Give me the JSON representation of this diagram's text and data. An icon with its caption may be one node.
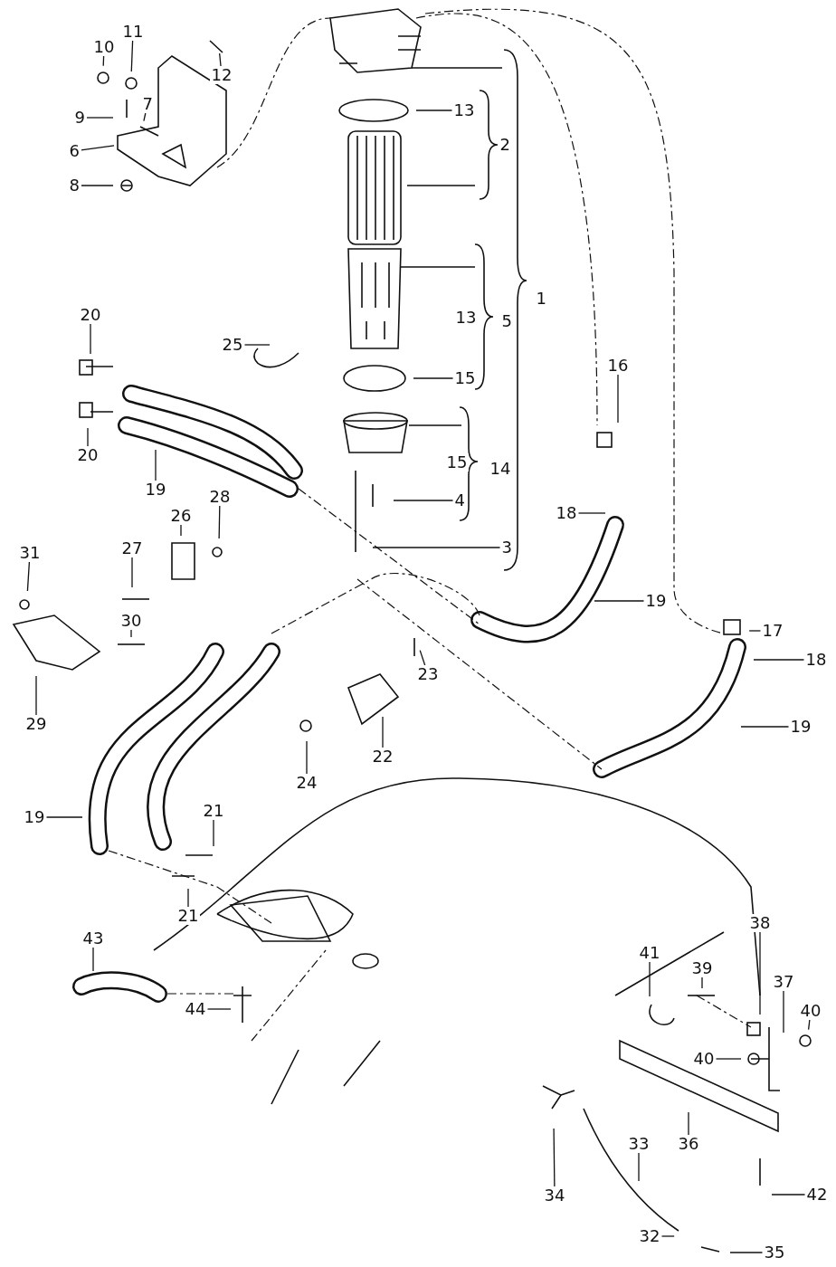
{
  "diagram": {
    "nodes": [
      {
        "text": [
          "11"
        ]
      },
      {
        "text": [
          "10"
        ]
      },
      {
        "text": [
          "12"
        ]
      },
      {
        "text": [
          "13"
        ]
      },
      {
        "text": [
          "7"
        ]
      },
      {
        "text": [
          "9"
        ]
      },
      {
        "text": [
          "6"
        ]
      },
      {
        "text": [
          "8"
        ]
      },
      {
        "text": [
          "20"
        ]
      },
      {
        "text": [
          "25"
        ]
      },
      {
        "text": [
          "16"
        ]
      },
      {
        "text": [
          "15"
        ]
      },
      {
        "text": [
          "20"
        ]
      },
      {
        "text": [
          "19"
        ]
      },
      {
        "text": [
          "4"
        ]
      },
      {
        "text": [
          "18"
        ]
      },
      {
        "text": [
          "28"
        ]
      },
      {
        "text": [
          "26"
        ]
      },
      {
        "text": [
          "27"
        ]
      },
      {
        "text": [
          "31"
        ]
      },
      {
        "text": [
          "3"
        ]
      },
      {
        "text": [
          "19"
        ]
      },
      {
        "text": [
          "17"
        ]
      },
      {
        "text": [
          "30"
        ]
      },
      {
        "text": [
          "18"
        ]
      },
      {
        "text": [
          "23"
        ]
      },
      {
        "text": [
          "29"
        ]
      },
      {
        "text": [
          "19"
        ]
      },
      {
        "text": [
          "22"
        ]
      },
      {
        "text": [
          "24"
        ]
      },
      {
        "text": [
          "19"
        ]
      },
      {
        "text": [
          "21"
        ]
      },
      {
        "text": [
          "21"
        ]
      },
      {
        "text": [
          "38"
        ]
      },
      {
        "text": [
          "43"
        ]
      },
      {
        "text": [
          "41"
        ]
      },
      {
        "text": [
          "39"
        ]
      },
      {
        "text": [
          "37"
        ]
      },
      {
        "text": [
          "40"
        ]
      },
      {
        "text": [
          "44"
        ]
      },
      {
        "text": [
          "40"
        ]
      },
      {
        "text": [
          "36"
        ]
      },
      {
        "text": [
          "33"
        ]
      },
      {
        "text": [
          "34"
        ]
      },
      {
        "text": [
          "42"
        ]
      },
      {
        "text": [
          "32"
        ]
      },
      {
        "text": [
          "35"
        ]
      },
      {
        "text": [
          "2"
        ]
      },
      {
        "text": [
          "1"
        ]
      },
      {
        "text": [
          "13"
        ]
      },
      {
        "text": [
          "5"
        ]
      },
      {
        "text": [
          "15"
        ]
      },
      {
        "text": [
          "14"
        ]
      }
    ],
    "edges": [
      {
        "from": 0,
        "to": null,
        "arrow": "none"
      },
      {
        "from": 1,
        "to": null,
        "arrow": "none"
      },
      {
        "from": 2,
        "to": null,
        "arrow": "none"
      },
      {
        "from": 3,
        "to": null,
        "arrow": "none"
      },
      {
        "from": 4,
        "to": null,
        "arrow": "none"
      },
      {
        "from": 5,
        "to": null,
        "arrow": "none"
      },
      {
        "from": 6,
        "to": null,
        "arrow": "none"
      },
      {
        "from": 7,
        "to": null,
        "arrow": "none"
      },
      {
        "from": 8,
        "to": null,
        "arrow": "none"
      },
      {
        "from": 9,
        "to": null,
        "arrow": "none"
      },
      {
        "from": 10,
        "to": null,
        "arrow": "none"
      },
      {
        "from": 11,
        "to": null,
        "arrow": "none"
      },
      {
        "from": 12,
        "to": null,
        "arrow": "none"
      },
      {
        "from": 13,
        "to": null,
        "arrow": "none"
      },
      {
        "from": 14,
        "to": null,
        "arrow": "none"
      },
      {
        "from": 15,
        "to": null,
        "arrow": "none"
      },
      {
        "from": 16,
        "to": null,
        "arrow": "none"
      },
      {
        "from": 17,
        "to": null,
        "arrow": "none"
      },
      {
        "from": 18,
        "to": null,
        "arrow": "none"
      },
      {
        "from": 19,
        "to": null,
        "arrow": "none"
      },
      {
        "from": 20,
        "to": null,
        "arrow": "none"
      },
      {
        "from": 21,
        "to": null,
        "arrow": "none"
      },
      {
        "from": 22,
        "to": null,
        "arrow": "none"
      },
      {
        "from": 23,
        "to": null,
        "arrow": "none"
      },
      {
        "from": 24,
        "to": null,
        "arrow": "none"
      },
      {
        "from": 25,
        "to": null,
        "arrow": "none"
      },
      {
        "from": 26,
        "to": null,
        "arrow": "none"
      },
      {
        "from": 27,
        "to": null,
        "arrow": "none"
      },
      {
        "from": 28,
        "to": null,
        "arrow": "none"
      },
      {
        "from": 29,
        "to": null,
        "arrow": "none"
      },
      {
        "from": 30,
        "to": null,
        "arrow": "none"
      },
      {
        "from": 31,
        "to": null,
        "arrow": "none"
      },
      {
        "from": 32,
        "to": null,
        "arrow": "none"
      },
      {
        "from": 33,
        "to": null,
        "arrow": "none"
      },
      {
        "from": 34,
        "to": null,
        "arrow": "none"
      },
      {
        "from": 35,
        "to": null,
        "arrow": "none"
      },
      {
        "from": 36,
        "to": null,
        "arrow": "none"
      },
      {
        "from": 37,
        "to": null,
        "arrow": "none"
      },
      {
        "from": 38,
        "to": null,
        "arrow": "none"
      },
      {
        "from": 39,
        "to": null,
        "arrow": "none"
      },
      {
        "from": 40,
        "to": null,
        "arrow": "none"
      },
      {
        "from": 41,
        "to": null,
        "arrow": "none"
      },
      {
        "from": 42,
        "to": null,
        "arrow": "none"
      },
      {
        "from": 43,
        "to": null,
        "arrow": "none"
      },
      {
        "from": 44,
        "to": null,
        "arrow": "none"
      },
      {
        "from": 45,
        "to": null,
        "arrow": "none"
      },
      {
        "from": 46,
        "to": null,
        "arrow": "none"
      }
    ]
  }
}
